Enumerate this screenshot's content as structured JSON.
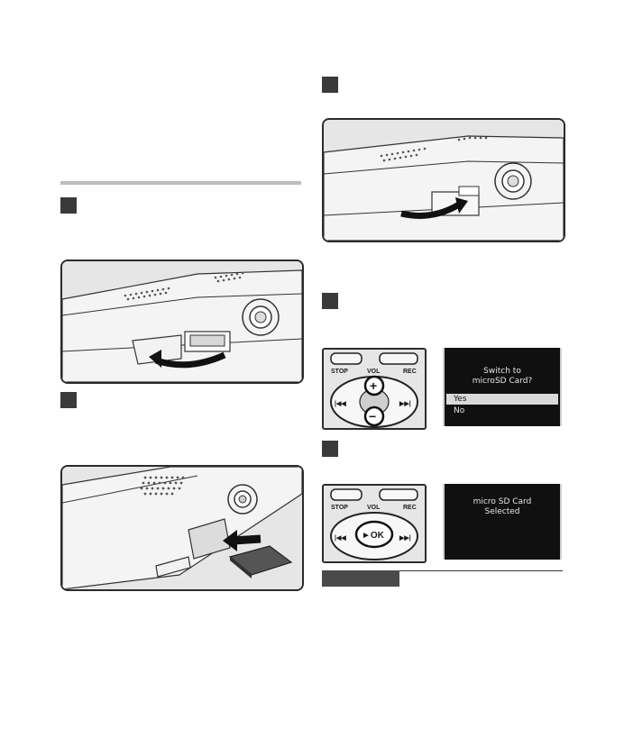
{
  "recorder_panel": {
    "stop_label": "STOP",
    "vol_label": "VOL",
    "rec_label": "REC",
    "plus_glyph": "+",
    "minus_glyph": "−",
    "ok_label": "►OK"
  },
  "screen_switch": {
    "line1": "Switch to",
    "line2": "microSD Card?",
    "option_yes": "Yes",
    "option_no": "No"
  },
  "screen_selected": {
    "line1": "micro SD Card",
    "line2": "Selected"
  },
  "colors": {
    "step_marker": "#3a3a3a",
    "divider": "#bdbdbd",
    "screen_bg": "#101010",
    "selected_row": "#d9d9d9"
  }
}
